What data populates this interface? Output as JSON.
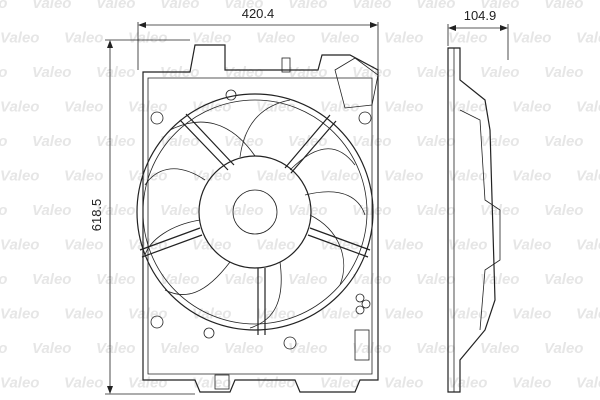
{
  "watermark": {
    "text": "Valeo",
    "color": "#e6e6e6"
  },
  "dimensions": {
    "width": "420.4",
    "height": "618.5",
    "depth": "104.9"
  },
  "drawing": {
    "line_color": "#222222",
    "background": "#ffffff"
  }
}
